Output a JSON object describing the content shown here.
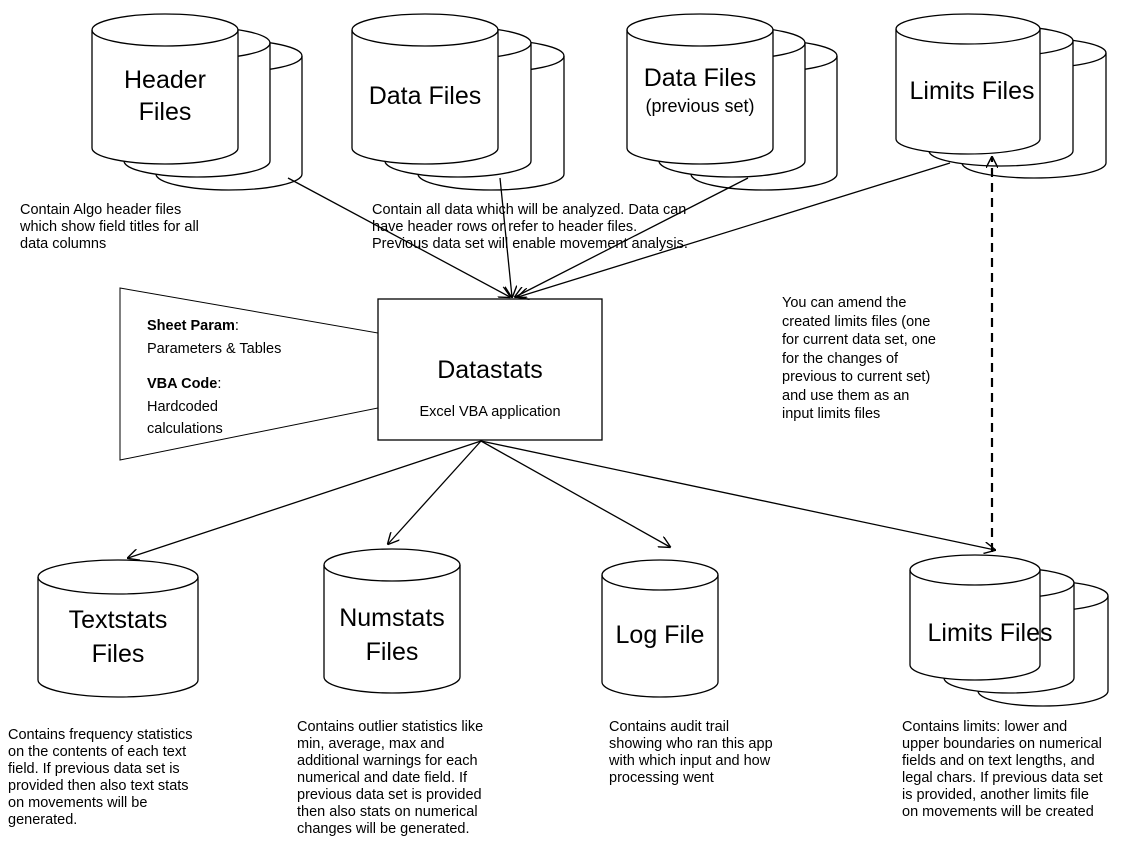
{
  "top_sources": [
    {
      "name": "header-files",
      "label_lines": [
        "Header",
        "Files"
      ]
    },
    {
      "name": "data-files",
      "label_lines": [
        "Data Files"
      ]
    },
    {
      "name": "data-files-previous",
      "label_lines": [
        "Data Files",
        "(previous set)"
      ]
    },
    {
      "name": "limits-files-input",
      "label_lines": [
        "Limits Files"
      ]
    }
  ],
  "notes": {
    "header_files": "Contain Algo header files\nwhich show field titles for all\ndata columns",
    "data_files": "Contain all data which will be analyzed. Data can\nhave header rows or refer to header files.\nPrevious data set will enable movement analysis.",
    "amend_limits": "You can amend the\ncreated limits files (one\nfor current data set, one\nfor the changes of\nprevious to current set)\nand use them as an\ninput limits files",
    "textstats": "Contains frequency statistics\non the contents of each text\nfield. If previous data set is\nprovided then also text stats\non movements will be\ngenerated.",
    "numstats": "Contains outlier statistics like\nmin, average, max and\nadditional warnings for each\nnumerical and date field. If\nprevious data set is provided\nthen also stats on numerical\nchanges will be generated.",
    "log": "Contains audit trail\nshowing who ran this app\nwith which input and how\nprocessing went",
    "limits_out": "Contains limits: lower and\nupper boundaries on numerical\nfields and on text lengths, and\nlegal chars. If previous data set\nis provided, another limits file\non movements will be created"
  },
  "process": {
    "title": "Datastats",
    "subtitle": "Excel VBA application"
  },
  "callout": {
    "sheet_param_bold": "Sheet Param",
    "sheet_param_rest": ":",
    "sheet_param_desc": "Parameters & Tables",
    "vba_bold": "VBA Code",
    "vba_rest": ":",
    "vba_desc_1": "Hardcoded",
    "vba_desc_2": "calculations"
  },
  "outputs": [
    {
      "name": "textstats-files",
      "label_lines": [
        "Textstats",
        "Files"
      ]
    },
    {
      "name": "numstats-files",
      "label_lines": [
        "Numstats",
        "Files"
      ]
    },
    {
      "name": "log-file",
      "label_lines": [
        "Log File"
      ]
    },
    {
      "name": "limits-files-output",
      "label_lines": [
        "Limits Files"
      ]
    }
  ]
}
